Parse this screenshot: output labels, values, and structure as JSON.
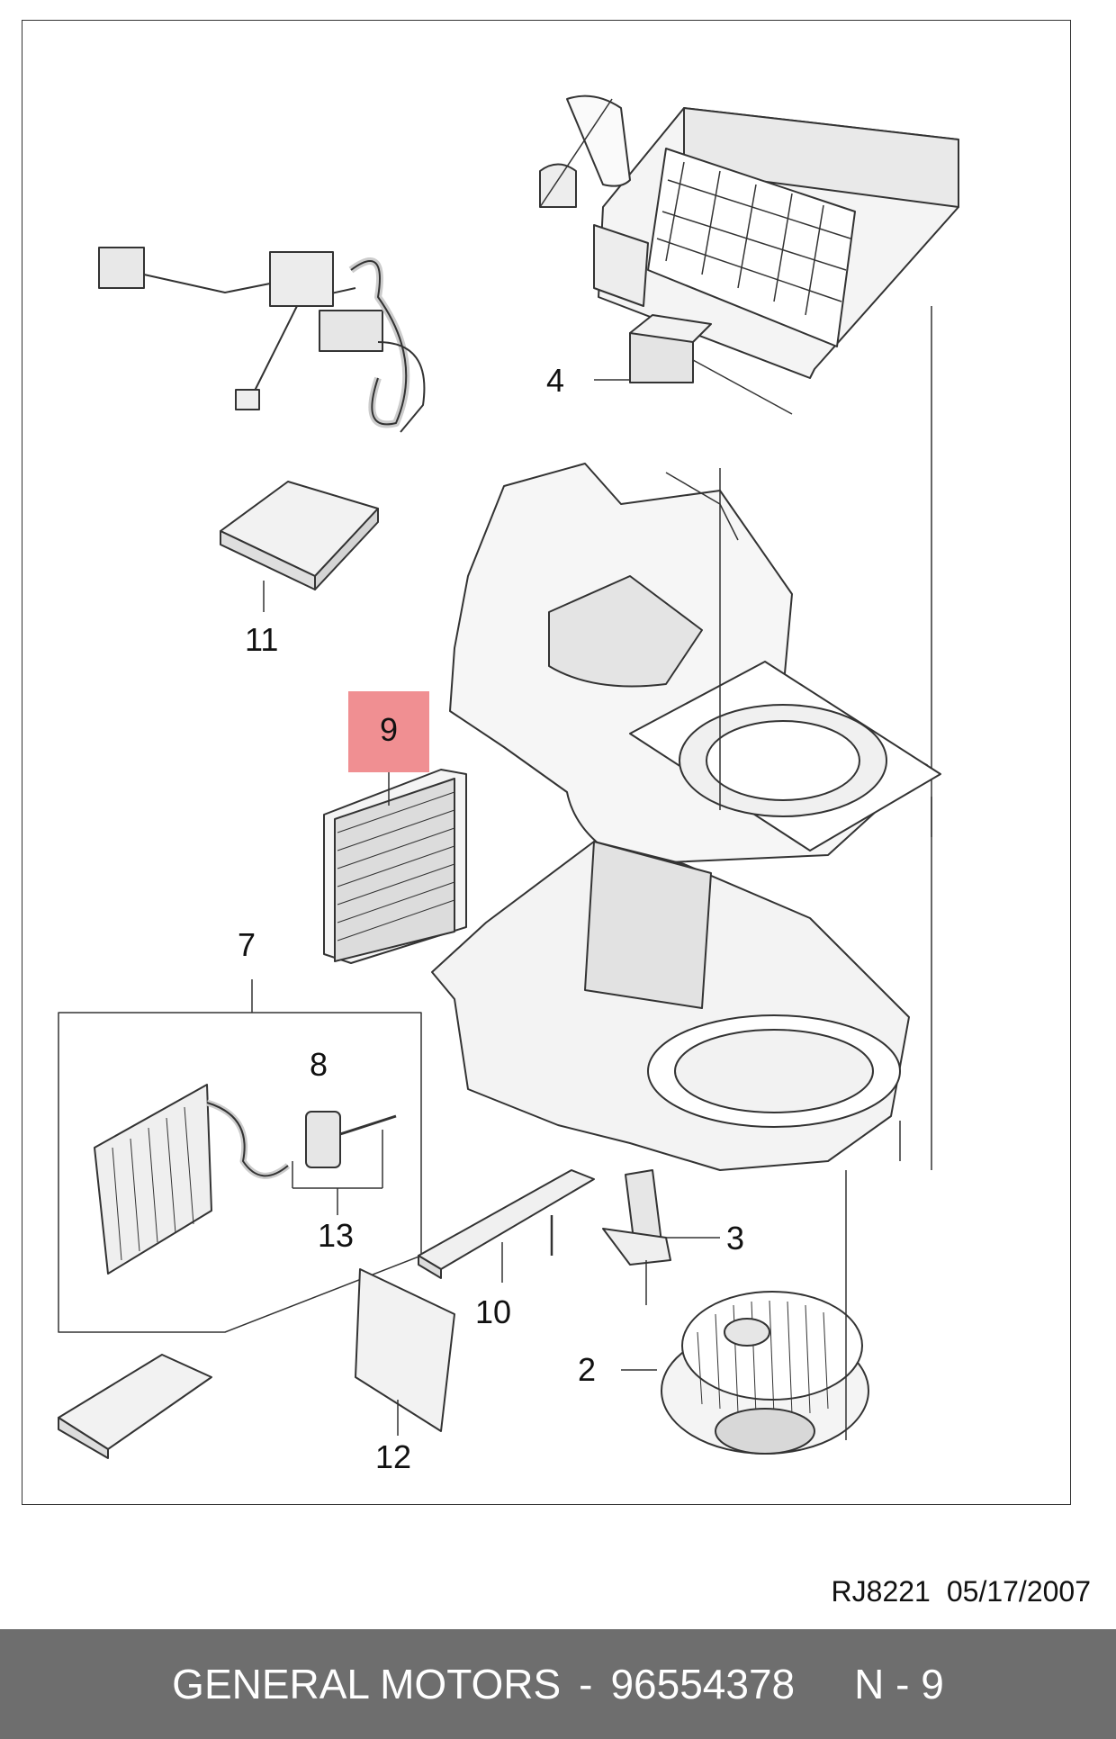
{
  "callouts": {
    "c4": "4",
    "c11": "11",
    "c9": "9",
    "c7": "7",
    "c8": "8",
    "c13": "13",
    "c10": "10",
    "c3": "3",
    "c2": "2",
    "c12": "12"
  },
  "reference": {
    "code": "RJ8221",
    "date": "05/17/2007"
  },
  "footer": {
    "brand": "GENERAL MOTORS",
    "separator": "-",
    "part_number": "96554378",
    "page": "N - 9"
  },
  "colors": {
    "highlight": "#f08f92",
    "footer_bg": "#6e6e6e",
    "line": "#333333"
  }
}
